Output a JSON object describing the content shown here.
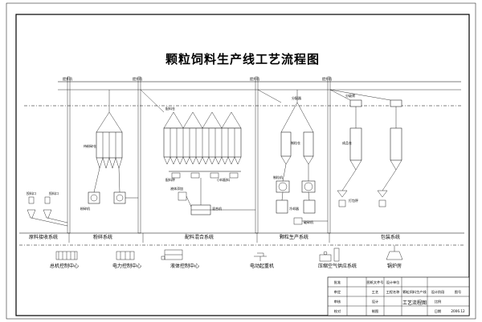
{
  "diagram": {
    "title": "颗粒饲料生产线工艺流程图",
    "sections": [
      {
        "key": "intake",
        "label": "原料接收系统"
      },
      {
        "key": "crush",
        "label": "粉碎系统"
      },
      {
        "key": "batch",
        "label": "配料混合系统"
      },
      {
        "key": "pellet",
        "label": "颗粒生产系统"
      },
      {
        "key": "pack",
        "label": "包装系统"
      }
    ],
    "facilities": [
      {
        "key": "mcc",
        "label": "总机控制中心"
      },
      {
        "key": "power",
        "label": "电力控制中心"
      },
      {
        "key": "liquid",
        "label": "液体控制中心"
      },
      {
        "key": "crane",
        "label": "电动起重机"
      },
      {
        "key": "air",
        "label": "压缩空气供应系统"
      },
      {
        "key": "boiler",
        "label": "锅炉房"
      }
    ],
    "labels": {
      "bucket_elevator": "提升机",
      "bin_group_a": "待粉碎仓",
      "bin_group_b": "配料仓",
      "bin_group_c": "制粒仓",
      "bin_group_d": "成品仓",
      "mixer": "混合机",
      "pellet_mill": "制粒机",
      "cooler": "冷却器",
      "crumbler": "破碎机",
      "packer": "打包秤",
      "hammer_mill": "粉碎机",
      "distributor": "分配器",
      "liquid_add": "液体添加",
      "micro_dose": "小料配料",
      "pit_1": "投料口",
      "pit_2": "投料口",
      "screen": "分级筛",
      "batch_scale": "配料秤"
    }
  },
  "title_block": {
    "design_unit": "设计单位",
    "project_name": "工程名称",
    "project_value": "颗粒饲料生产线",
    "drawing_title": "工艺流程图",
    "rows": [
      {
        "c1": "批准",
        "c2": "",
        "c3": "图纸文件号",
        "c4": ""
      },
      {
        "c1": "审定",
        "c2": "",
        "c3": "工艺",
        "c4": ""
      },
      {
        "c1": "审核",
        "c2": "",
        "c3": "设计",
        "c4": ""
      },
      {
        "c1": "校对",
        "c2": "",
        "c3": "制图",
        "c4": ""
      }
    ],
    "stage_label": "设计阶段",
    "scale_label": "比例",
    "sheet_label": "图号",
    "date_label": "日期",
    "date_value": "2006.12"
  }
}
